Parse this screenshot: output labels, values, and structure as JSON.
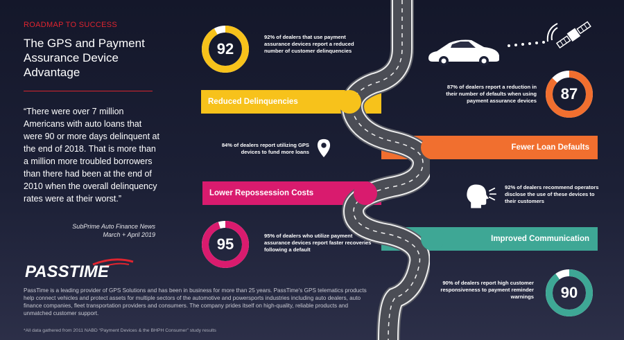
{
  "header": {
    "eyebrow": "ROADMAP TO SUCCESS",
    "title": "The GPS and Payment Assurance Device Advantage"
  },
  "quote": {
    "text": "“There were over 7 million Americans with auto loans that were 90 or more days delinquent at the end of 2018. That is more than a million more troubled borrowers than there had been at the end of 2010 when the overall delinquency rates were at their worst.”",
    "source_line1": "SubPrime Auto Finance News",
    "source_line2": "March + April 2019"
  },
  "brand": {
    "logo_text": "PASSTIME"
  },
  "about": "PassTime is a leading provider of GPS Solutions and has been in business for more than 25 years. PassTime's GPS telematics products help connect vehicles and protect assets for multiple sectors of the automotive and powersports industries including auto dealers, auto finance companies, fleet transportation providers and consumers. The company prides itself on high-quality, reliable products and unmatched customer support.",
  "footnote": "*All data gathered from 2011 NABD “Payment Devices & the BHPH Consumer” study results",
  "colors": {
    "yellow": "#f7c21b",
    "orange": "#f16f2f",
    "magenta": "#d91b6e",
    "teal": "#3ea795",
    "red": "#e0242f"
  },
  "bars": {
    "reduced_delinquencies": "Reduced Delinquencies",
    "fewer_loan_defaults": "Fewer Loan Defaults",
    "lower_repossession_costs": "Lower Repossession Costs",
    "improved_communication": "Improved Communication"
  },
  "stats": {
    "s92": {
      "value": "92",
      "fraction": 0.92,
      "text": "92% of dealers that use payment assurance devices report a reduced number of customer delinquencies"
    },
    "s87": {
      "value": "87",
      "fraction": 0.87,
      "text": "87% of dealers report a reduction in their number of defaults when using payment assurance devices"
    },
    "s84": {
      "text": "84% of dealers report utilizing GPS devices to fund more loans"
    },
    "s92b": {
      "text": "92% of dealers recommend operators disclose the use of these devices to their customers"
    },
    "s95": {
      "value": "95",
      "fraction": 0.95,
      "text": "95% of dealers who utilize payment assurance devices report faster recoveries following a default"
    },
    "s90": {
      "value": "90",
      "fraction": 0.9,
      "text": "90% of dealers report high customer responsiveness to payment reminder warnings"
    }
  },
  "icons": {
    "car": "car-icon",
    "satellite": "satellite-icon",
    "pin": "location-pin-icon",
    "speaker": "speaking-head-icon"
  }
}
